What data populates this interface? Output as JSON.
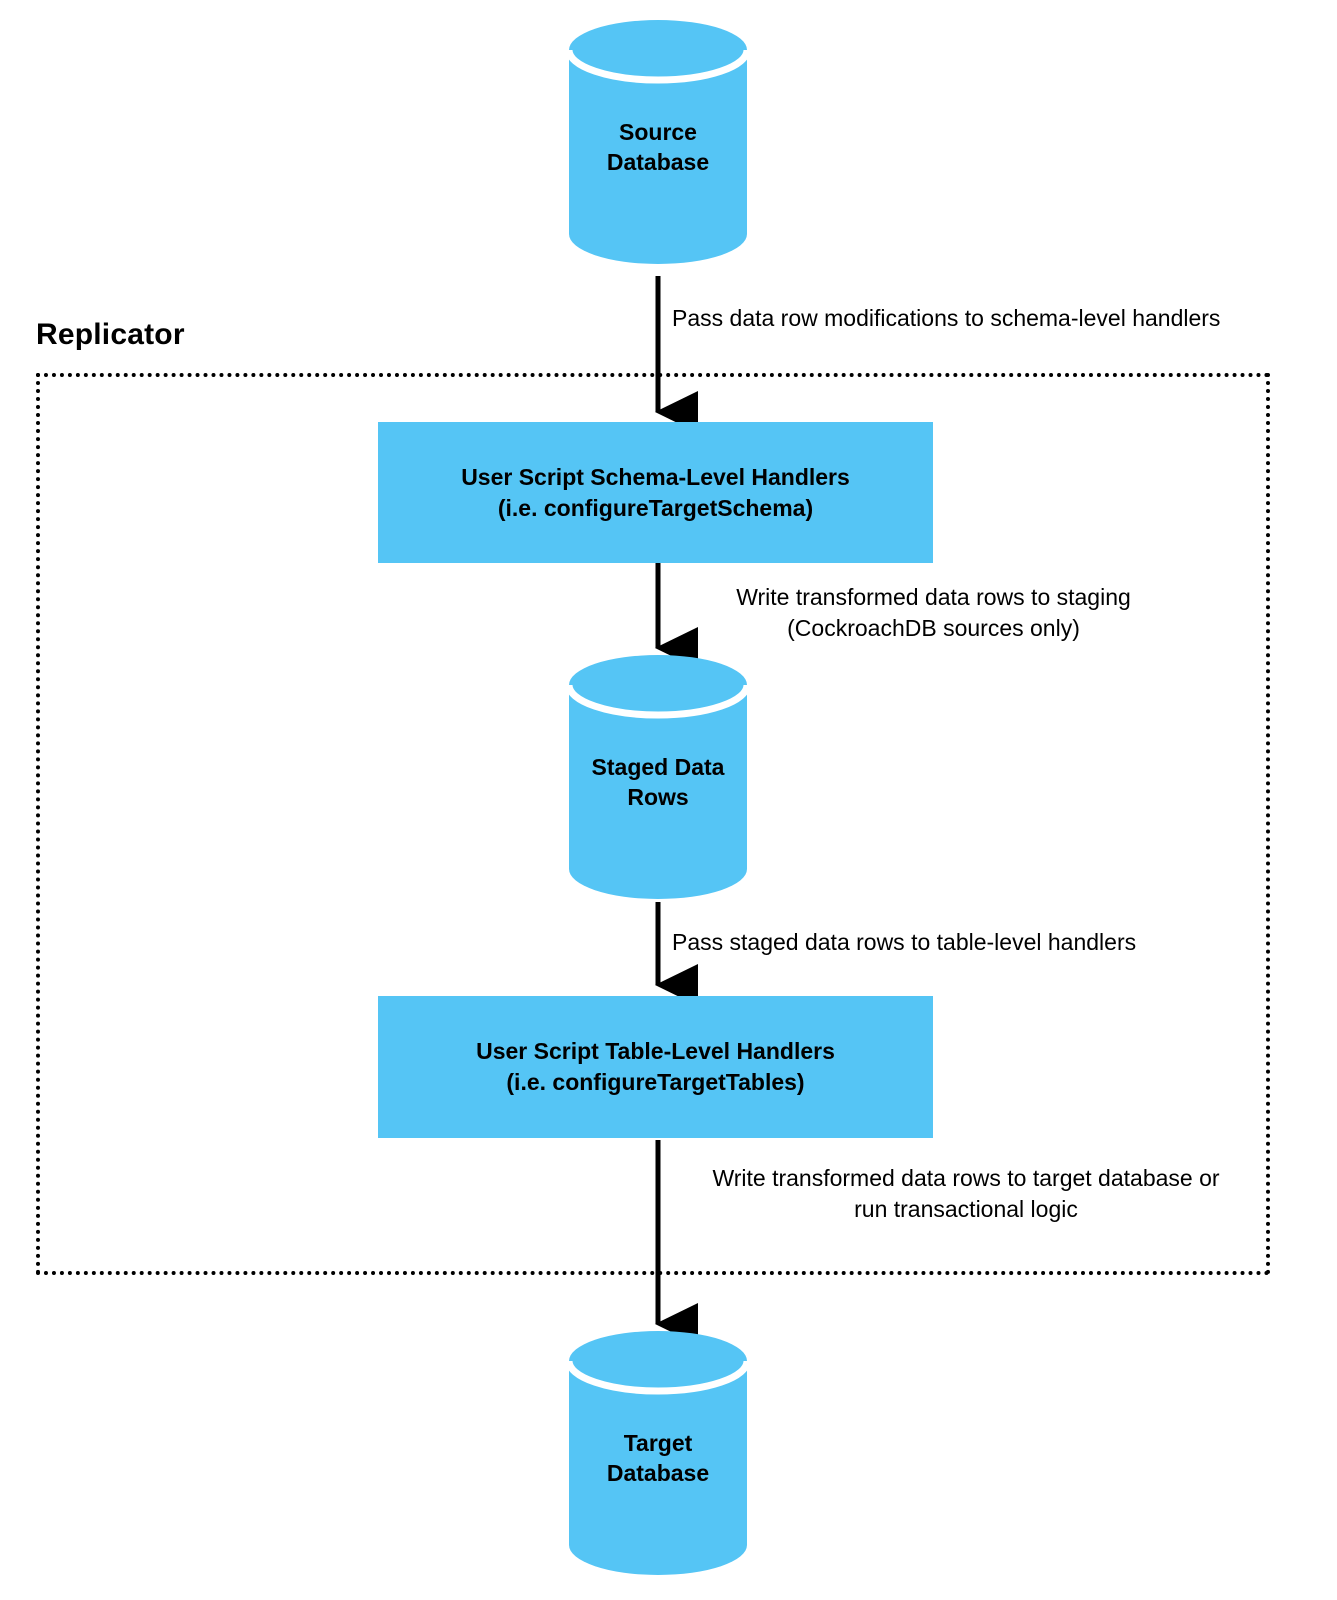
{
  "diagram": {
    "title": "Replicator user script data flow",
    "type": "flowchart",
    "colors": {
      "node_fill": "#55c5f5",
      "edge_stroke": "#000000",
      "text": "#000000",
      "background": "#ffffff",
      "group_border": "#000000"
    },
    "group": {
      "label": "Replicator",
      "border_style": "dotted"
    },
    "nodes": [
      {
        "id": "source-database",
        "shape": "cylinder",
        "label": "Source\nDatabase"
      },
      {
        "id": "schema-level-handlers",
        "shape": "rectangle",
        "label": "User Script Schema-Level Handlers\n(i.e. configureTargetSchema)"
      },
      {
        "id": "staged-data-rows",
        "shape": "cylinder",
        "label": "Staged Data\nRows"
      },
      {
        "id": "table-level-handlers",
        "shape": "rectangle",
        "label": "User Script Table-Level Handlers\n(i.e. configureTargetTables)"
      },
      {
        "id": "target-database",
        "shape": "cylinder",
        "label": "Target\nDatabase"
      }
    ],
    "edges": [
      {
        "id": "edge-source-to-schema",
        "from": "source-database",
        "to": "schema-level-handlers",
        "label": "Pass data row modifications to schema-level handlers"
      },
      {
        "id": "edge-schema-to-staged",
        "from": "schema-level-handlers",
        "to": "staged-data-rows",
        "label": "Write transformed data rows to staging\n(CockroachDB sources only)"
      },
      {
        "id": "edge-staged-to-table",
        "from": "staged-data-rows",
        "to": "table-level-handlers",
        "label": "Pass staged data rows to table-level handlers"
      },
      {
        "id": "edge-table-to-target",
        "from": "table-level-handlers",
        "to": "target-database",
        "label": "Write transformed data rows to target database or\nrun transactional logic"
      }
    ]
  }
}
